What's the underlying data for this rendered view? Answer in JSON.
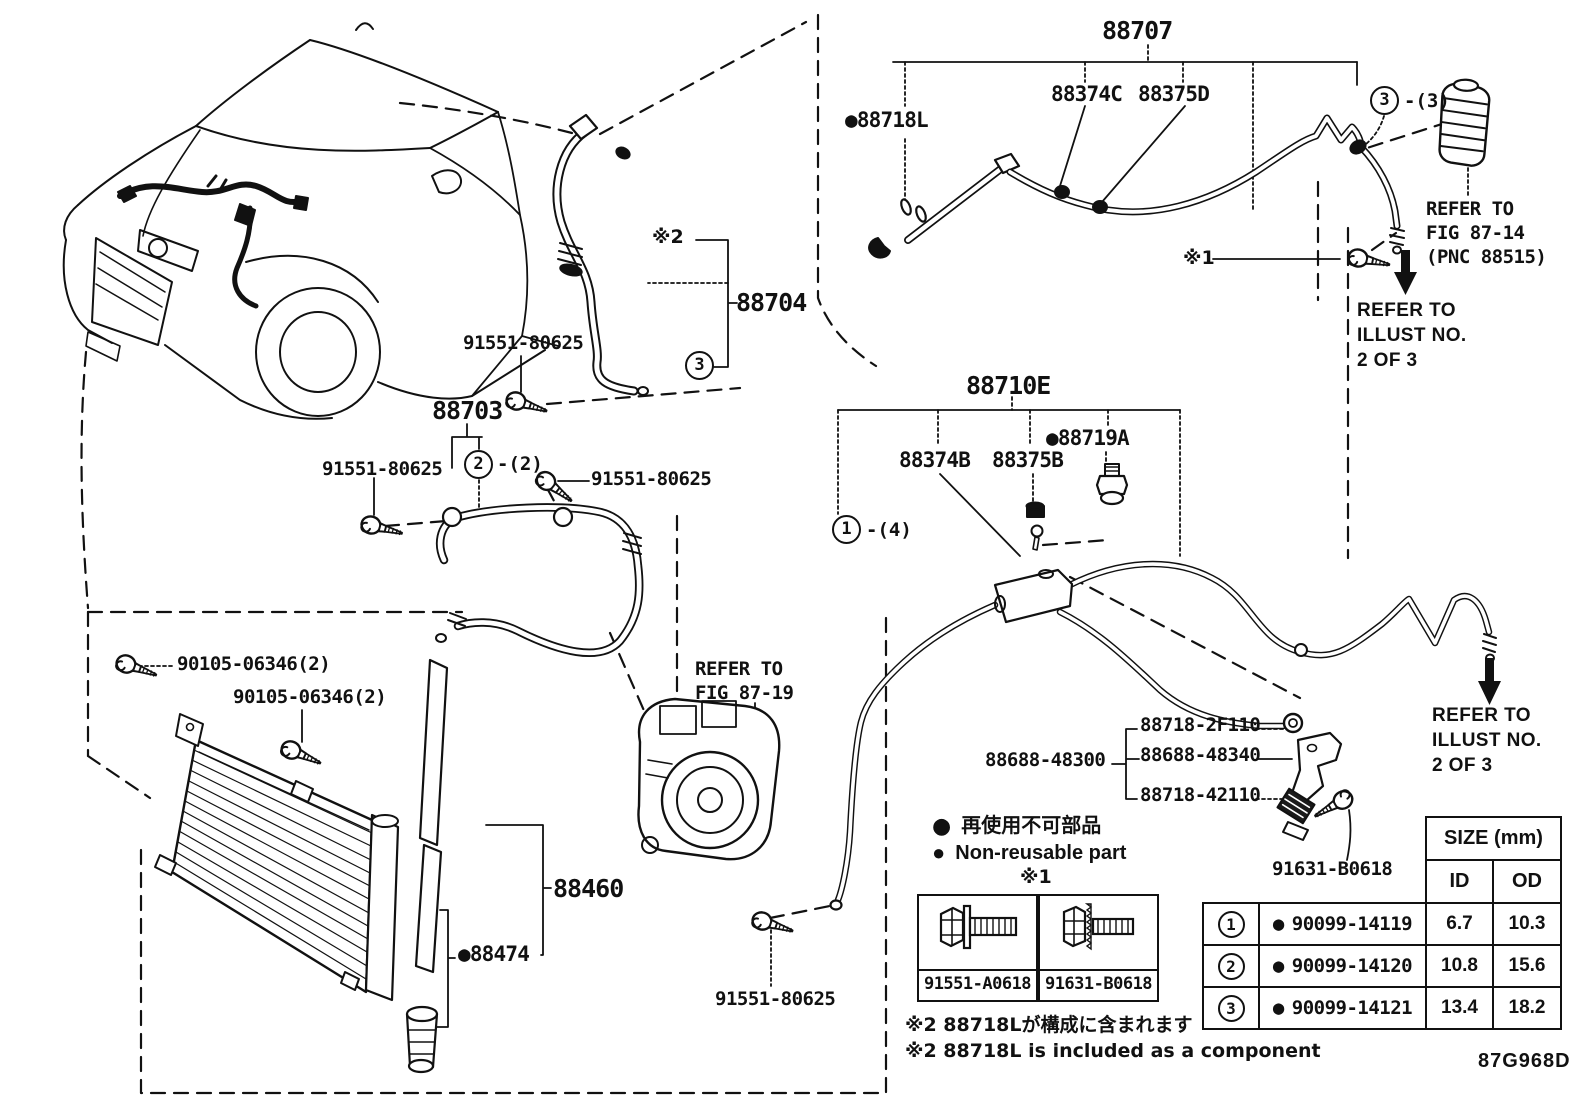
{
  "title_code": "87G968D",
  "bullet": "●",
  "parts": {
    "hose_88707": "88707",
    "tube_88374C": "88374C",
    "tube_88375D": "88375D",
    "oring_88718L": "88718L",
    "hose_88704": "88704",
    "hose_88703": "88703",
    "tube_88710E": "88710E",
    "sensor_88719A": "88719A",
    "valve_88374B": "88374B",
    "cap_88375B": "88375B",
    "bolt_91551_80625": "91551-80625",
    "bolt_90105_06346": "90105-06346(2)",
    "condenser_88460": "88460",
    "seal_88474": "88474",
    "grommet_88718_2F110": "88718-2F110",
    "bracket_88688_48300": "88688-48300",
    "bracket_88688_48340": "88688-48340",
    "damper_88718_42110": "88718-42110",
    "bolt_91631_B0618": "91631-B0618"
  },
  "markers": {
    "n1": "1",
    "n2": "2",
    "n3": "3",
    "q2": "-(2)",
    "q3": "-(3)",
    "q4": "-(4)",
    "x1": "※1",
    "x2": "※2"
  },
  "refs": {
    "fig_87_14": [
      "REFER TO",
      "FIG 87-14",
      "(PNC 88515)"
    ],
    "illust_2_of_3": [
      "REFER TO",
      "ILLUST NO.",
      "2 OF 3"
    ],
    "fig_87_19": [
      "REFER TO",
      "FIG 87-19"
    ]
  },
  "legend": {
    "jp": "再使用不可部品",
    "en": "Non-reusable part"
  },
  "footnotes": {
    "jp": "※2 88718Lが構成に含まれます",
    "en": "※2 88718L is included as a component"
  },
  "bolt_table": {
    "caption": "※1",
    "cells": [
      {
        "part": "91551-A0618"
      },
      {
        "part": "91631-B0618"
      }
    ]
  },
  "size_table": {
    "title": "SIZE (mm)",
    "columns": [
      "ID",
      "OD"
    ],
    "rows": [
      {
        "num": "1",
        "part": "90099-14119",
        "id": "6.7",
        "od": "10.3"
      },
      {
        "num": "2",
        "part": "90099-14120",
        "id": "10.8",
        "od": "15.6"
      },
      {
        "num": "3",
        "part": "90099-14121",
        "id": "13.4",
        "od": "18.2"
      }
    ]
  }
}
